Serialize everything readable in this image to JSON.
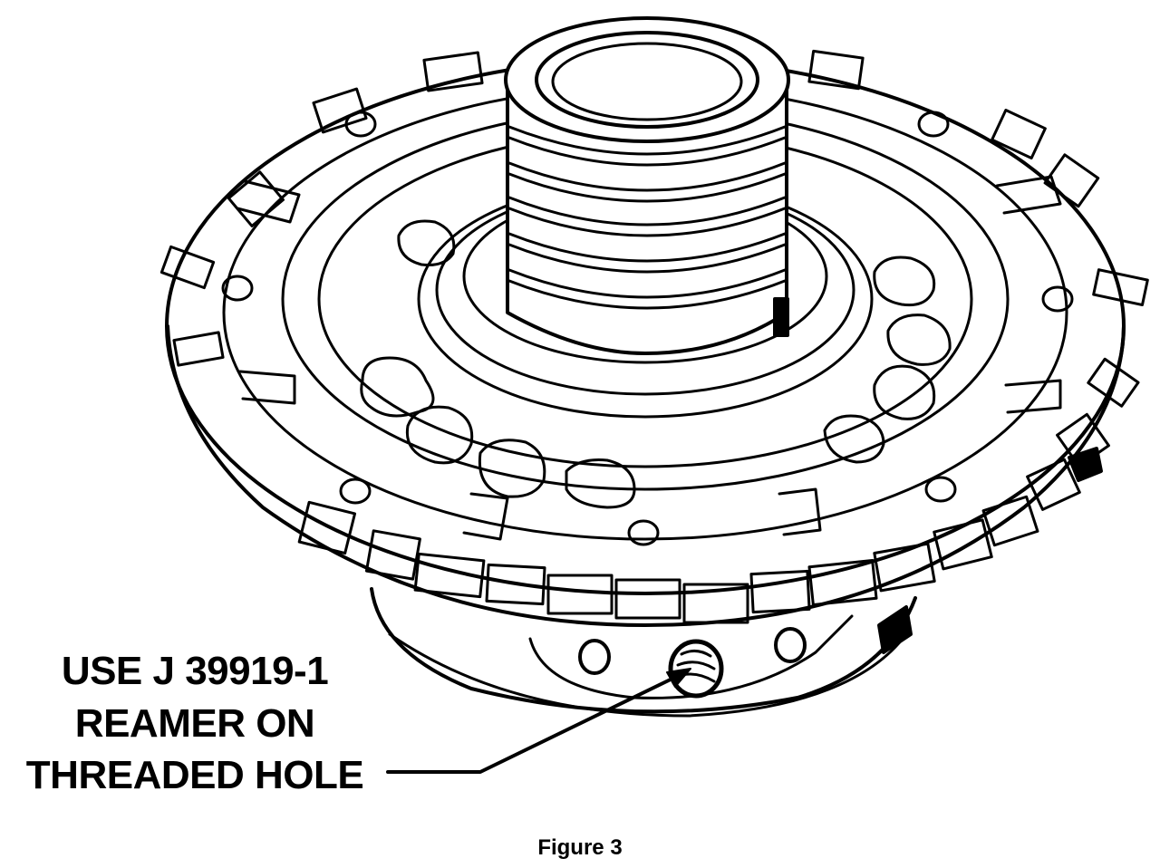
{
  "callout": {
    "line1": "USE J 39919-1",
    "line2": "REAMER ON",
    "line3": "THREADED HOLE"
  },
  "caption": "Figure 3",
  "icons": {
    "part": "pump-cover-illustration-icon",
    "leader": "leader-arrow-icon"
  },
  "colors": {
    "ink": "#000000",
    "paper": "#ffffff"
  }
}
